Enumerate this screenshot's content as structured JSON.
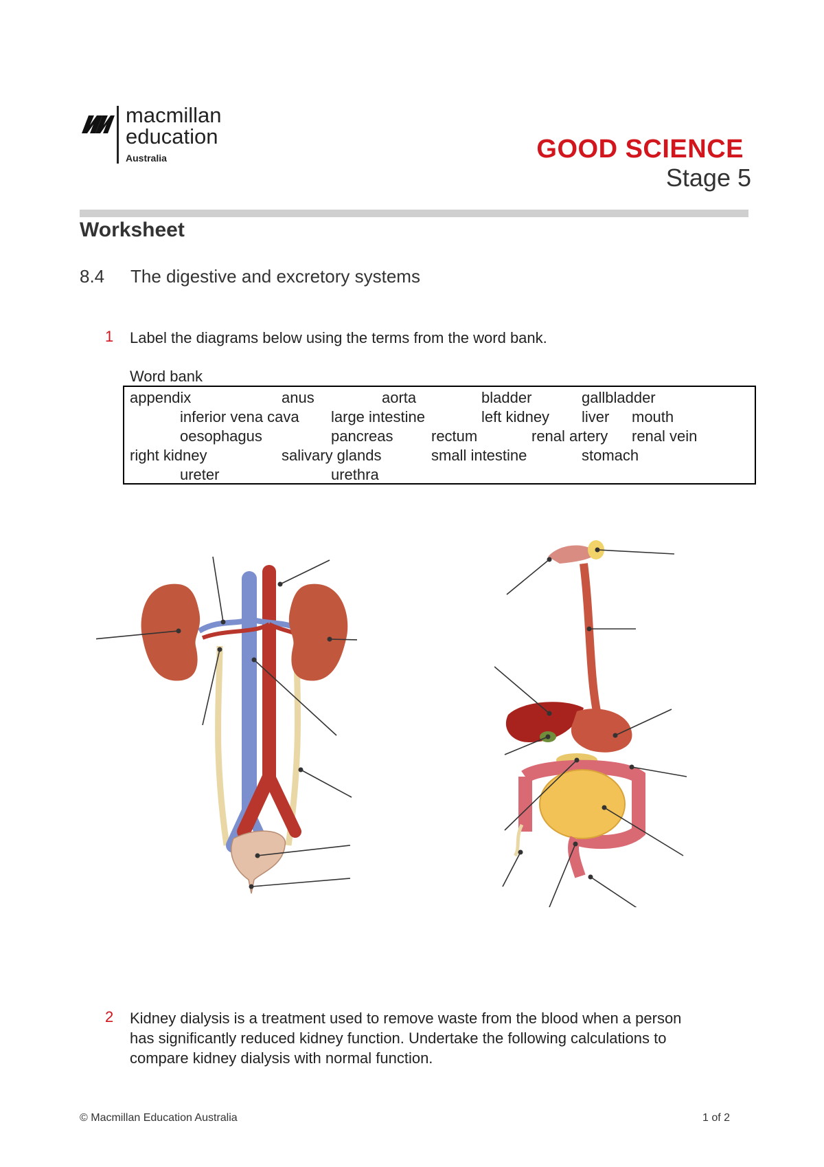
{
  "header": {
    "logo_brand_line1": "macmillan",
    "logo_brand_line2": "education",
    "logo_sub": "Australia",
    "series_title": "GOOD SCIENCE",
    "stage": "Stage 5"
  },
  "worksheet": {
    "label": "Worksheet",
    "section_number": "8.4",
    "section_title": "The digestive and excretory systems"
  },
  "questions": [
    {
      "number": "1",
      "lines": [
        "Label the diagrams below using the terms from the word bank."
      ]
    },
    {
      "number": "2",
      "lines": [
        "Kidney dialysis is a treatment used to remove waste from the blood when a person",
        "has significantly reduced kidney function. Undertake the following calculations to",
        "compare kidney dialysis with normal function."
      ]
    }
  ],
  "word_bank": {
    "title": "Word bank",
    "terms": [
      "appendix",
      "anus",
      "aorta",
      "bladder",
      "gallbladder",
      "inferior vena cava",
      "large intestine",
      "left kidney",
      "liver",
      "mouth",
      "oesophagus",
      "pancreas",
      "rectum",
      "renal artery",
      "renal vein",
      "right kidney",
      "salivary glands",
      "small intestine",
      "stomach",
      "ureter",
      "urethra"
    ]
  },
  "colors": {
    "accent_red": "#d2161e",
    "kidney": "#c1583e",
    "vein": "#7b8fcf",
    "artery": "#b8362b",
    "ureter": "#efe0b0",
    "bladder": "#e5c0a8",
    "liver": "#a8231d",
    "stomach": "#c8553f",
    "small_intestine": "#f2c256",
    "large_intestine": "#d96a74"
  },
  "footer": {
    "copyright": "© Macmillan Education Australia",
    "page": "1 of 2"
  }
}
